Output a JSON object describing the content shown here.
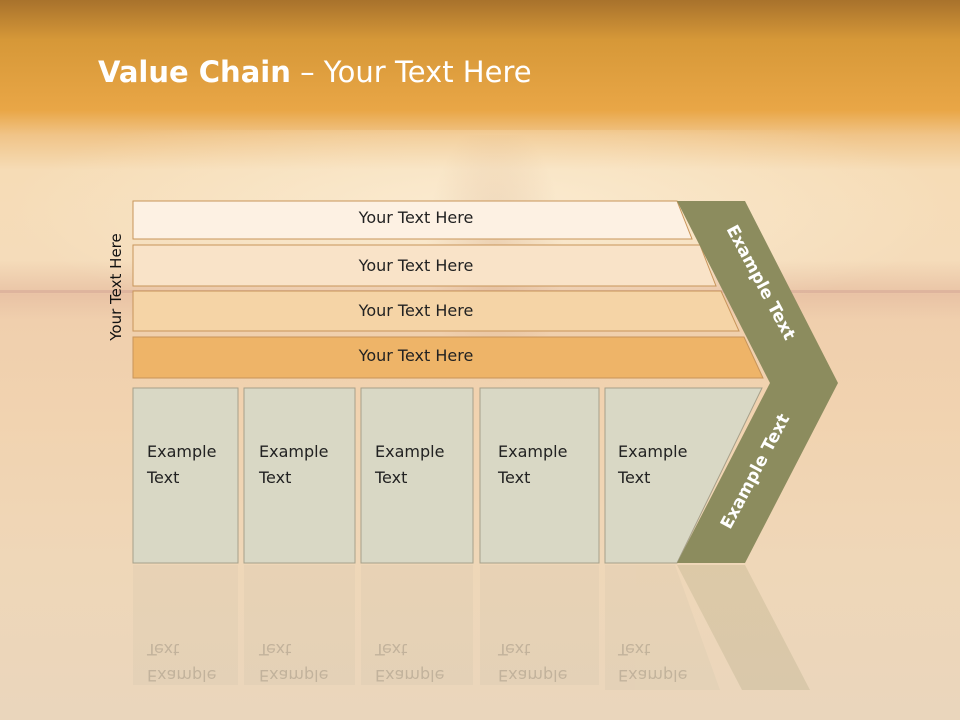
{
  "slide": {
    "title_bold": "Value Chain",
    "title_rest": " – Your Text Here",
    "vertical_label": "Your Text Here"
  },
  "rows": [
    {
      "label": "Your Text Here",
      "fill": "#fdf1e3"
    },
    {
      "label": "Your Text Here",
      "fill": "#f9e3c8"
    },
    {
      "label": "Your Text Here",
      "fill": "#f5d4a6"
    },
    {
      "label": "Your Text Here",
      "fill": "#eeb468"
    }
  ],
  "columns": [
    {
      "line1": "Example",
      "line2": "Text"
    },
    {
      "line1": "Example",
      "line2": "Text"
    },
    {
      "line1": "Example",
      "line2": "Text"
    },
    {
      "line1": "Example",
      "line2": "Text"
    },
    {
      "line1": "Example",
      "line2": "Text"
    }
  ],
  "chevron": {
    "upper_label": "Example Text",
    "lower_label": "Example Text",
    "fill": "#8c8c5e"
  },
  "colors": {
    "box_fill": "#d9d8c5",
    "box_stroke": "#a6a08a",
    "row_stroke": "#c8955a"
  }
}
